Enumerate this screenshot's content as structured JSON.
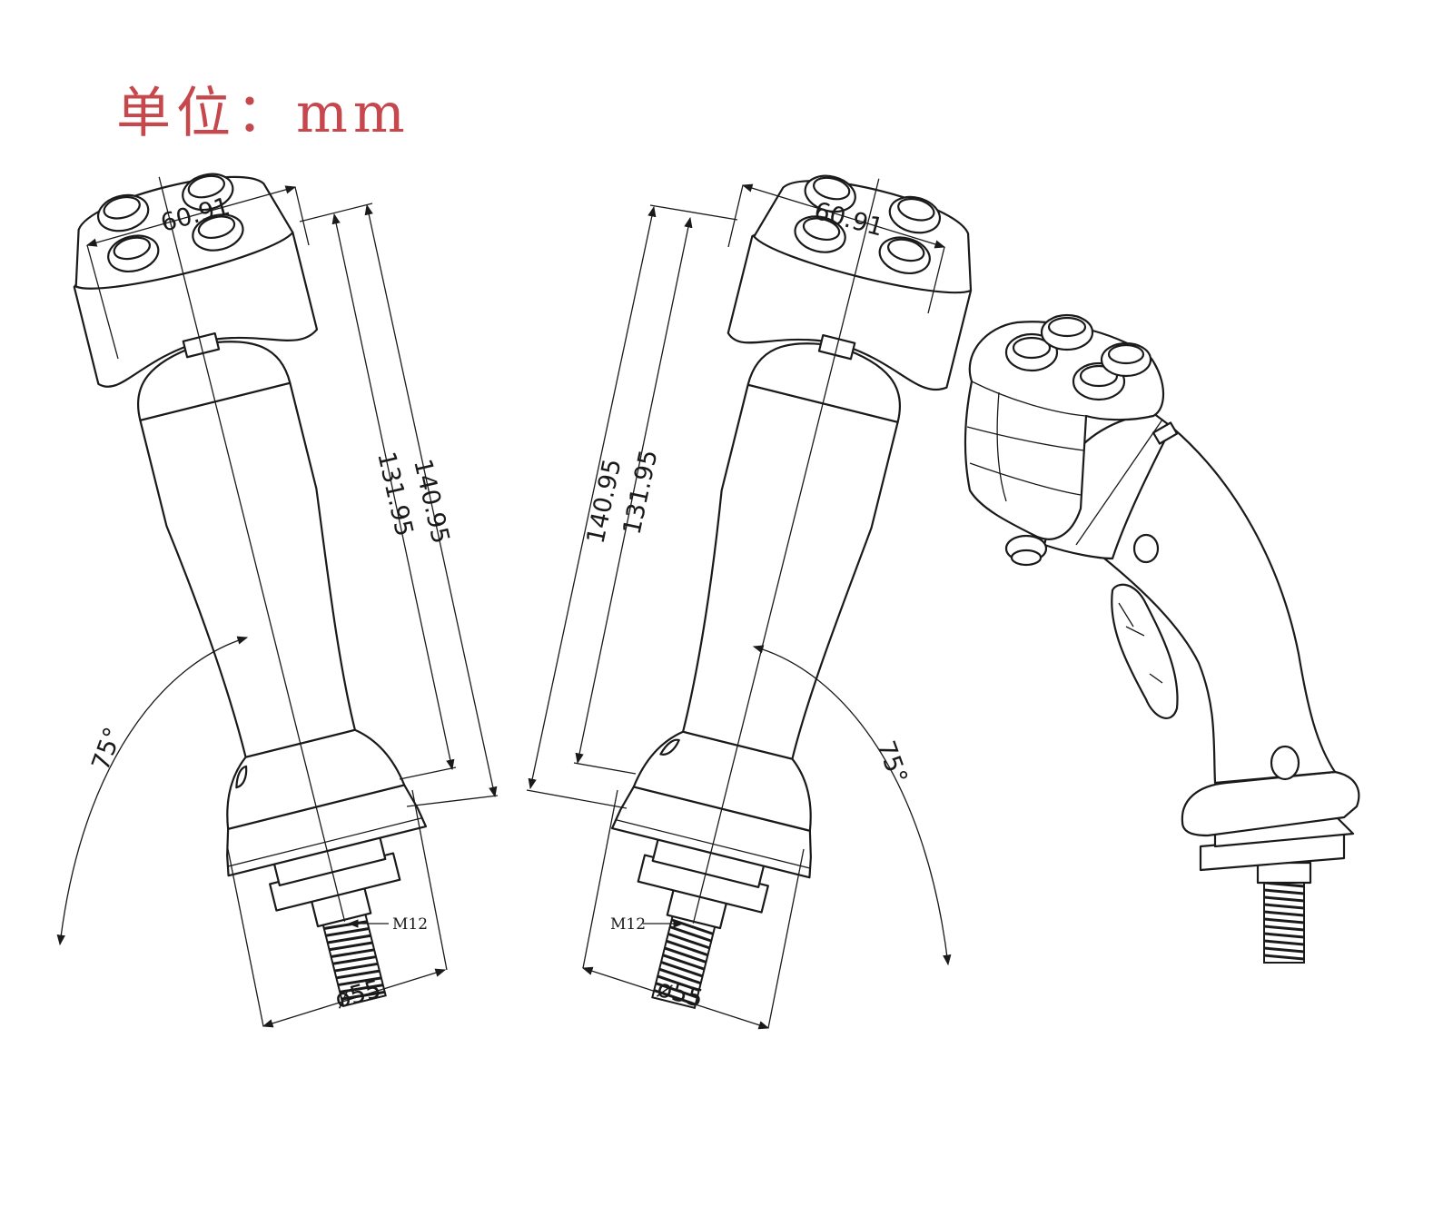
{
  "unit_label": {
    "prefix": "单位",
    "separator": "：",
    "unit": "mm"
  },
  "dimensions": {
    "head_width": "60.91",
    "overall_height": "140.95",
    "inner_height": "131.95",
    "base_diameter": "ø55",
    "thread": "M12",
    "tilt_angle": "75°"
  },
  "colors": {
    "unit_label": "#c6474c",
    "line": "#1a1a1a",
    "background": "#ffffff"
  }
}
